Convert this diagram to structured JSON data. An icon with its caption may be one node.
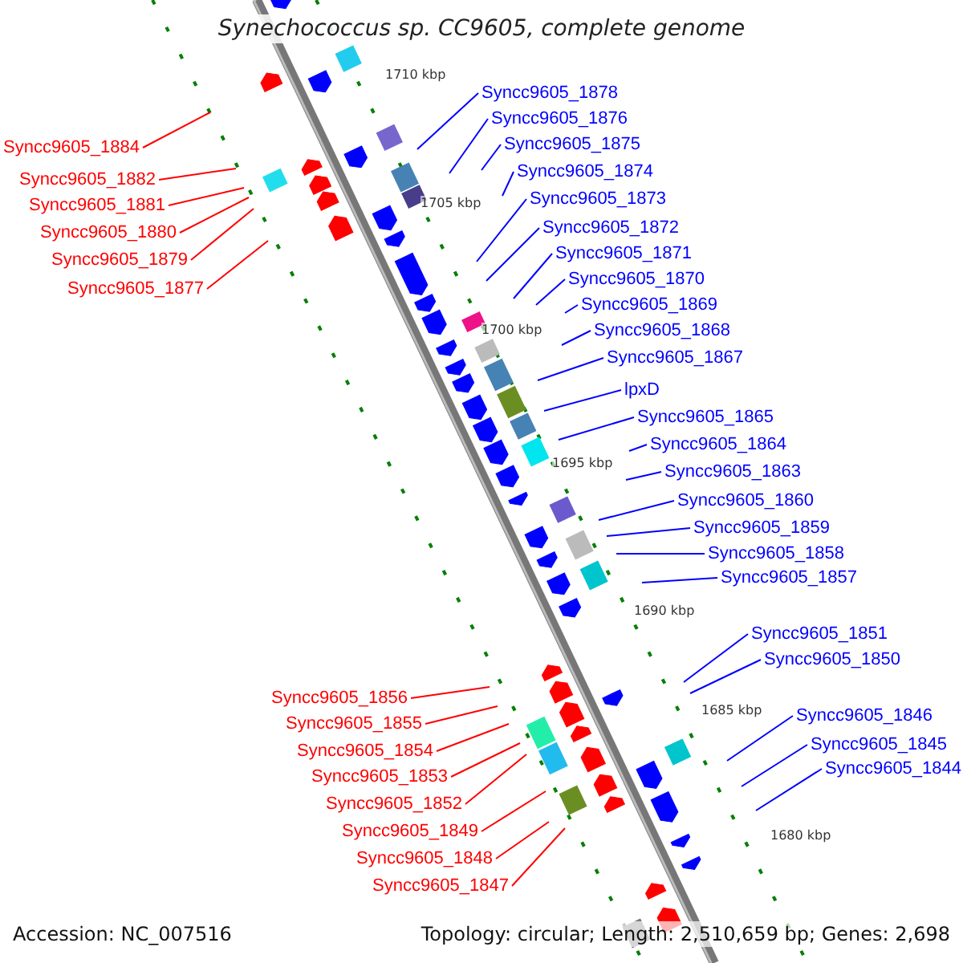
{
  "diagram": {
    "title": "Synechococcus sp. CC9605, complete genome",
    "nodes": [
      {
        "text": [
          "Syncc9605_1878"
        ]
      },
      {
        "text": [
          "Syncc9605_1876"
        ]
      },
      {
        "text": [
          "Syncc9605_1875"
        ]
      },
      {
        "text": [
          "Syncc9605_1874"
        ]
      },
      {
        "text": [
          "Syncc9605_1873"
        ]
      },
      {
        "text": [
          "Syncc9605_1872"
        ]
      },
      {
        "text": [
          "Syncc9605_1871"
        ]
      },
      {
        "text": [
          "Syncc9605_1870"
        ]
      },
      {
        "text": [
          "Syncc9605_1869"
        ]
      },
      {
        "text": [
          "Syncc9605_1868"
        ]
      },
      {
        "text": [
          "Syncc9605_1867"
        ]
      },
      {
        "text": [
          "lpxD"
        ]
      },
      {
        "text": [
          "Syncc9605_1865"
        ]
      },
      {
        "text": [
          "Syncc9605_1864"
        ]
      },
      {
        "text": [
          "Syncc9605_1863"
        ]
      },
      {
        "text": [
          "Syncc9605_1860"
        ]
      },
      {
        "text": [
          "Syncc9605_1859"
        ]
      },
      {
        "text": [
          "Syncc9605_1858"
        ]
      },
      {
        "text": [
          "Syncc9605_1857"
        ]
      },
      {
        "text": [
          "Syncc9605_1884"
        ]
      },
      {
        "text": [
          "Syncc9605_1882"
        ]
      },
      {
        "text": [
          "Syncc9605_1881"
        ]
      },
      {
        "text": [
          "Syncc9605_1880"
        ]
      },
      {
        "text": [
          "Syncc9605_1879"
        ]
      },
      {
        "text": [
          "Syncc9605_1877"
        ]
      },
      {
        "text": [
          "Syncc9605_1851"
        ]
      },
      {
        "text": [
          "Syncc9605_1850"
        ]
      },
      {
        "text": [
          "Syncc9605_1846"
        ]
      },
      {
        "text": [
          "Syncc9605_1845"
        ]
      },
      {
        "text": [
          "Syncc9605_1844"
        ]
      },
      {
        "text": [
          "Syncc9605_1856"
        ]
      },
      {
        "text": [
          "Syncc9605_1855"
        ]
      },
      {
        "text": [
          "Syncc9605_1854"
        ]
      },
      {
        "text": [
          "Syncc9605_1853"
        ]
      },
      {
        "text": [
          "Syncc9605_1852"
        ]
      },
      {
        "text": [
          "Syncc9605_1849"
        ]
      },
      {
        "text": [
          "Syncc9605_1848"
        ]
      },
      {
        "text": [
          "Syncc9605_1847"
        ]
      }
    ],
    "edges": [
      {
        "from": 0,
        "to": null,
        "arrow": "none"
      },
      {
        "from": 1,
        "to": null,
        "arrow": "none"
      },
      {
        "from": 2,
        "to": null,
        "arrow": "none"
      },
      {
        "from": 3,
        "to": null,
        "arrow": "none"
      },
      {
        "from": 4,
        "to": null,
        "arrow": "none"
      },
      {
        "from": 5,
        "to": null,
        "arrow": "none"
      },
      {
        "from": 6,
        "to": null,
        "arrow": "none"
      },
      {
        "from": 7,
        "to": null,
        "arrow": "none"
      },
      {
        "from": 8,
        "to": null,
        "arrow": "none"
      },
      {
        "from": 9,
        "to": null,
        "arrow": "none"
      },
      {
        "from": 10,
        "to": null,
        "arrow": "none"
      },
      {
        "from": 11,
        "to": null,
        "arrow": "none"
      },
      {
        "from": 12,
        "to": null,
        "arrow": "none"
      },
      {
        "from": 13,
        "to": null,
        "arrow": "none"
      },
      {
        "from": 14,
        "to": null,
        "arrow": "none"
      },
      {
        "from": 15,
        "to": null,
        "arrow": "none"
      },
      {
        "from": 16,
        "to": null,
        "arrow": "none"
      },
      {
        "from": 17,
        "to": null,
        "arrow": "none"
      },
      {
        "from": 18,
        "to": null,
        "arrow": "none"
      },
      {
        "from": 19,
        "to": null,
        "arrow": "none",
        "color": "#ff0000"
      },
      {
        "from": 20,
        "to": null,
        "arrow": "none",
        "color": "#ff0000"
      },
      {
        "from": 21,
        "to": null,
        "arrow": "none",
        "color": "#ff0000"
      },
      {
        "from": 22,
        "to": null,
        "arrow": "none",
        "color": "#ff0000"
      },
      {
        "from": 23,
        "to": null,
        "arrow": "none",
        "color": "#ff0000"
      },
      {
        "from": 24,
        "to": null,
        "arrow": "none",
        "color": "#ff0000"
      },
      {
        "from": 25,
        "to": null,
        "arrow": "none"
      },
      {
        "from": 26,
        "to": null,
        "arrow": "none"
      },
      {
        "from": 27,
        "to": null,
        "arrow": "none"
      },
      {
        "from": 28,
        "to": null,
        "arrow": "none"
      },
      {
        "from": 29,
        "to": null,
        "arrow": "none"
      },
      {
        "from": 30,
        "to": null,
        "arrow": "none",
        "color": "#ff0000"
      },
      {
        "from": 31,
        "to": null,
        "arrow": "none",
        "color": "#ff0000"
      },
      {
        "from": 32,
        "to": null,
        "arrow": "none",
        "color": "#ff0000"
      },
      {
        "from": 33,
        "to": null,
        "arrow": "none",
        "color": "#ff0000"
      },
      {
        "from": 34,
        "to": null,
        "arrow": "none",
        "color": "#ff0000"
      },
      {
        "from": 35,
        "to": null,
        "arrow": "none",
        "color": "#ff0000"
      },
      {
        "from": 36,
        "to": null,
        "arrow": "none",
        "color": "#ff0000"
      },
      {
        "from": 37,
        "to": null,
        "arrow": "none",
        "color": "#ff0000"
      }
    ],
    "labels": [
      "1710 kbp",
      "1705 kbp",
      "1700 kbp",
      "1695 kbp",
      "1690 kbp",
      "1685 kbp",
      "1680 kbp",
      "Accession: NC_007516",
      "Topology: circular; Length: 2,510,659 bp; Genes: 2,698"
    ]
  }
}
